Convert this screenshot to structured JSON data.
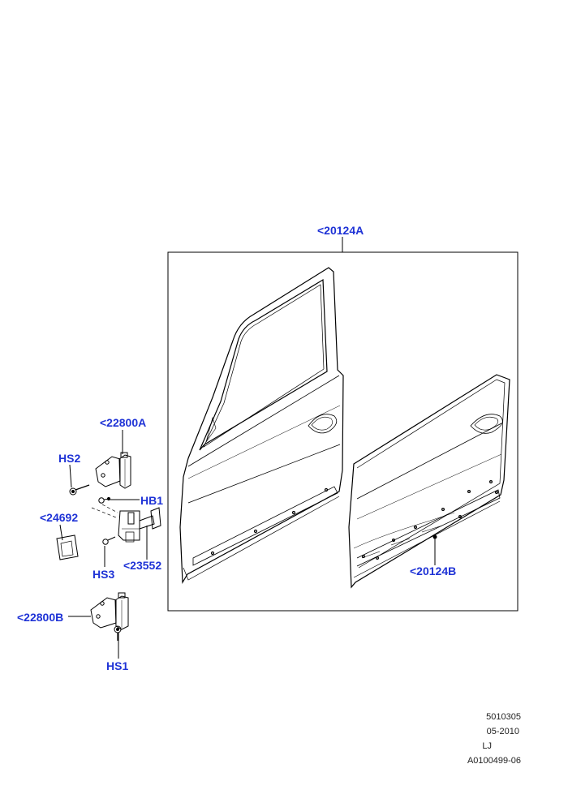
{
  "callouts": {
    "outer_panel": "<20124A",
    "inner_panel": "<20124B",
    "upper_hinge": "<22800A",
    "lower_hinge": "<22800B",
    "bolt_hs2": "HS2",
    "bolt_hb1": "HB1",
    "bolt_hs3": "HS3",
    "bolt_hs1": "HS1",
    "check_strap": "<23552",
    "stop_pad": "<24692"
  },
  "meta": {
    "code": "5010305",
    "date": "05-2010",
    "initials": "LJ",
    "ref": "A0100499-06"
  },
  "colors": {
    "callout": "#1f33d6",
    "line": "#000000"
  }
}
